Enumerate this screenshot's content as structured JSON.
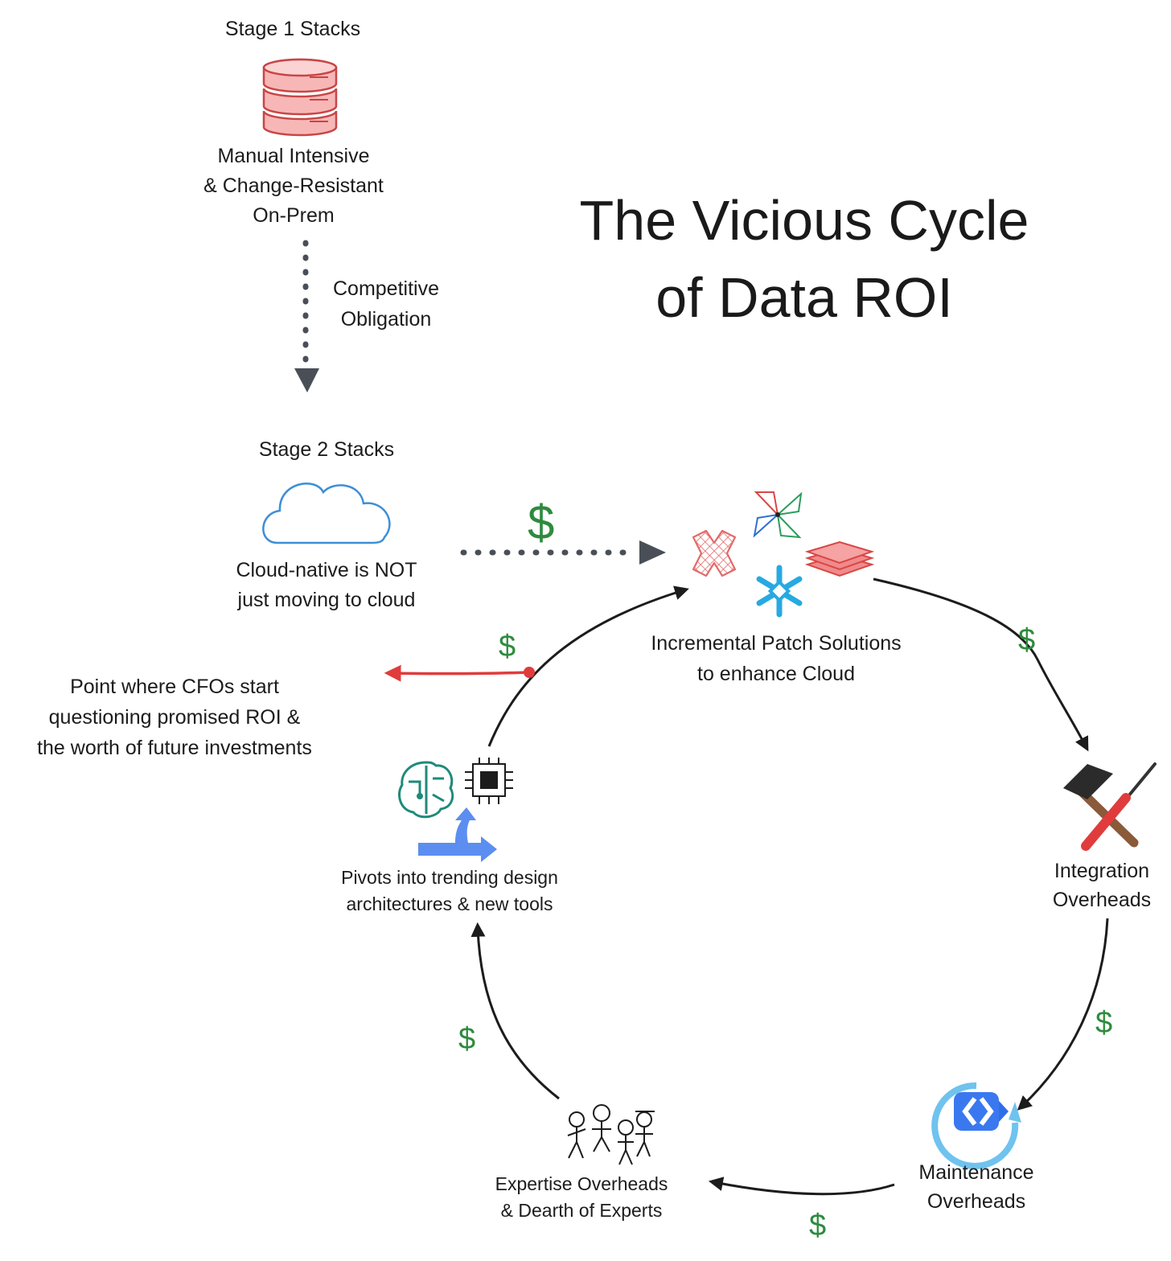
{
  "title": {
    "line1": "The Vicious Cycle",
    "line2": "of Data ROI"
  },
  "stage1": {
    "heading": "Stage 1 Stacks",
    "desc_line1": "Manual Intensive",
    "desc_line2": "& Change-Resistant",
    "desc_line3": "On-Prem",
    "icon": "database-icon"
  },
  "transition": {
    "line1": "Competitive",
    "line2": "Obligation"
  },
  "stage2": {
    "heading": "Stage 2 Stacks",
    "desc_line1": "Cloud-native is NOT",
    "desc_line2": "just moving to cloud",
    "icon": "cloud-icon"
  },
  "cycle": {
    "patch": {
      "line1": "Incremental Patch Solutions",
      "line2": "to enhance Cloud",
      "icons": [
        "dbt-icon",
        "airflow-pinwheel-icon",
        "snowflake-icon",
        "stacked-layers-icon"
      ]
    },
    "integration": {
      "line1": "Integration",
      "line2": "Overheads",
      "icon": "hammer-screwdriver-icon"
    },
    "maintenance": {
      "line1": "Maintenance",
      "line2": "Overheads",
      "icon": "refresh-cycle-icon"
    },
    "expertise": {
      "line1": "Expertise Overheads",
      "line2": "& Dearth of Experts",
      "icon": "stick-figures-icon"
    },
    "pivots": {
      "line1": "Pivots into trending design",
      "line2": "architectures & new tools",
      "icons": [
        "ai-brain-icon",
        "chip-icon",
        "pivot-arrow-icon"
      ]
    }
  },
  "cfo": {
    "line1": "Point where CFOs start",
    "line2": "questioning promised ROI &",
    "line3": "the worth of future investments"
  },
  "cost_symbol": "$",
  "colors": {
    "cost_green": "#2e8b3e",
    "alert_red": "#e03c3c",
    "arrow_dark": "#1c1c1c",
    "dashed_gray": "#4a4f57",
    "cloud_blue": "#3d8fd6",
    "db_red": "#e36a6a"
  }
}
